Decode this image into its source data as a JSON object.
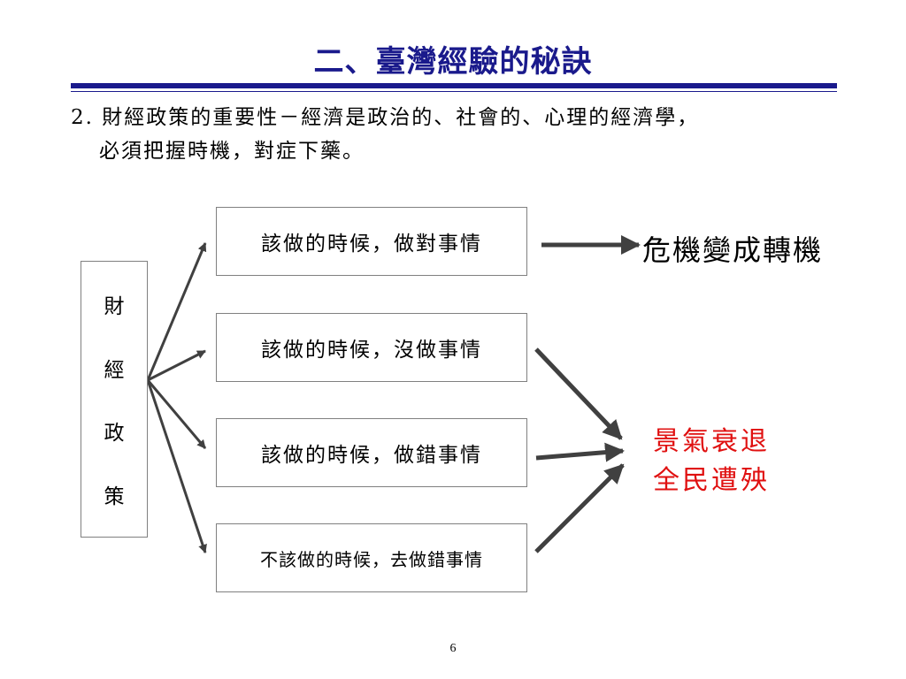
{
  "slide": {
    "title": "二、臺灣經驗的秘訣",
    "intro_line1": "2. 財經政策的重要性－經濟是政治的、社會的、心理的經濟學，",
    "intro_line2": "必須把握時機，對症下藥。",
    "page_number": "6"
  },
  "diagram": {
    "source_chars": [
      "財",
      "經",
      "政",
      "策"
    ],
    "options": [
      "該做的時候，做對事情",
      "該做的時候，沒做事情",
      "該做的時候，做錯事情",
      "不該做的時候，去做錯事情"
    ],
    "outcome_good": "危機變成轉機",
    "outcome_bad_line1": "景氣衰退",
    "outcome_bad_line2": "全民遭殃"
  },
  "colors": {
    "title": "#1a1a8c",
    "rule": "#1a1a8c",
    "bad_outcome": "#e01010",
    "arrow": "#404040",
    "box_border": "#808080"
  }
}
